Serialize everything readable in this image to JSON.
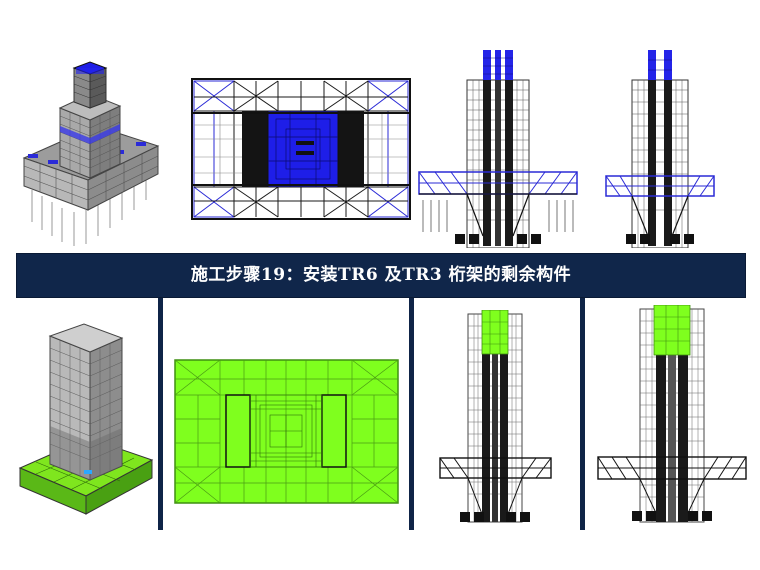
{
  "banner": {
    "title": "施工步骤19：安装TR6 及TR3 桁架的剩余构件"
  },
  "colors": {
    "banner_bg": "#10264a",
    "highlight_blue": "#1a1aff",
    "highlight_green": "#7fff1e",
    "frame_gray": "#6a6a6a",
    "core_black": "#141414"
  },
  "panels": {
    "top": [
      "3d-model-view",
      "floor-plan-view",
      "elevation-view-1",
      "elevation-view-2"
    ],
    "bottom": [
      "3d-model-view",
      "floor-plan-view",
      "elevation-view-1",
      "elevation-view-2"
    ]
  }
}
